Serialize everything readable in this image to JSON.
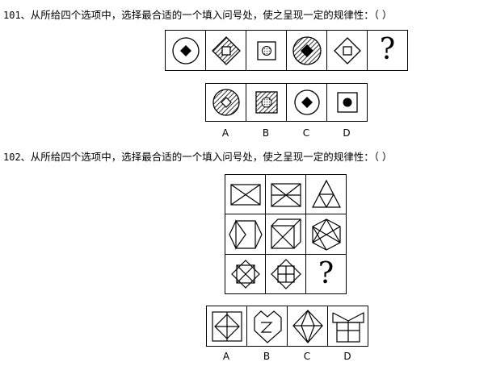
{
  "question_101": {
    "number": "101、",
    "prompt": "从所给四个选项中，选择最合适的一个填入问号处，使之呈现一定的规律性：（     ）",
    "sequence_icons": [
      "circle-diamond-solid-icon",
      "hatched-diamond-square-icon",
      "square-dotted-circle-icon",
      "hatched-circle-solid-diamond-icon",
      "diamond-square-icon"
    ],
    "question_mark": "?",
    "options": [
      {
        "label": "A",
        "icon": "hatched-circle-diamond-icon"
      },
      {
        "label": "B",
        "icon": "hatched-square-dotted-circle-icon"
      },
      {
        "label": "C",
        "icon": "circle-diamond-solid-icon"
      },
      {
        "label": "D",
        "icon": "square-solid-circle-icon"
      }
    ]
  },
  "question_102": {
    "number": "102、",
    "prompt": "从所给四个选项中，选择最合适的一个填入问号处，使之呈现一定的规律性：（     ）",
    "grid_icons": [
      "bowtie-rect-icon",
      "envelope-rect-icon",
      "triangle-pyramid-icon",
      "hexagon-prism-icon",
      "cube-icon",
      "hexagon-star-icon",
      "diamond-in-square-icon",
      "octagon-diamond-icon"
    ],
    "question_mark": "?",
    "options": [
      {
        "label": "A",
        "icon": "diamond-in-rect-icon"
      },
      {
        "label": "B",
        "icon": "heart-zigzag-icon"
      },
      {
        "label": "C",
        "icon": "pyramid-diamond-icon"
      },
      {
        "label": "D",
        "icon": "gift-box-icon"
      }
    ]
  }
}
